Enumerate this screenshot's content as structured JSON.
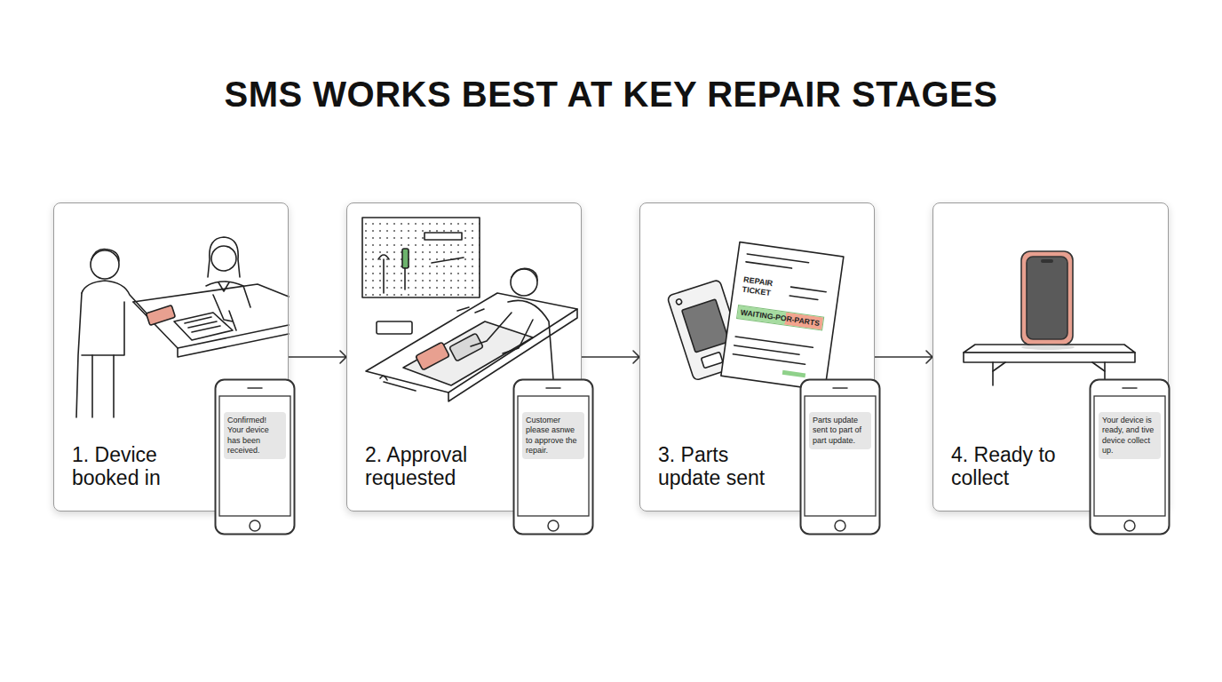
{
  "diagram": {
    "title": "SMS WORKS BEST AT KEY REPAIR STAGES",
    "nodes": [
      {
        "text": [
          "1. Device booked in"
        ]
      },
      {
        "text": [
          "Confirmed! Your device has been received."
        ],
        "in": 0
      },
      {
        "text": [
          "2. Approval requested"
        ]
      },
      {
        "text": [
          "Customer please asnwe to approve the repair."
        ],
        "in": 2
      },
      {
        "text": [
          "3. Parts update sent"
        ]
      },
      {
        "text": [
          "Parts update sent to part of part update."
        ],
        "in": 4
      },
      {
        "text": [
          "4. Ready to collect"
        ]
      },
      {
        "text": [
          "Your device is ready, and tive device collect up."
        ],
        "in": 6
      }
    ],
    "edges": [
      {
        "from": 0,
        "to": 2,
        "arrow": "to"
      },
      {
        "from": 2,
        "to": 4,
        "arrow": "to"
      },
      {
        "from": 4,
        "to": 6,
        "arrow": "to"
      }
    ],
    "labels": [
      "REPAIR TICKET",
      "WAITING-POR-PARTS"
    ]
  }
}
